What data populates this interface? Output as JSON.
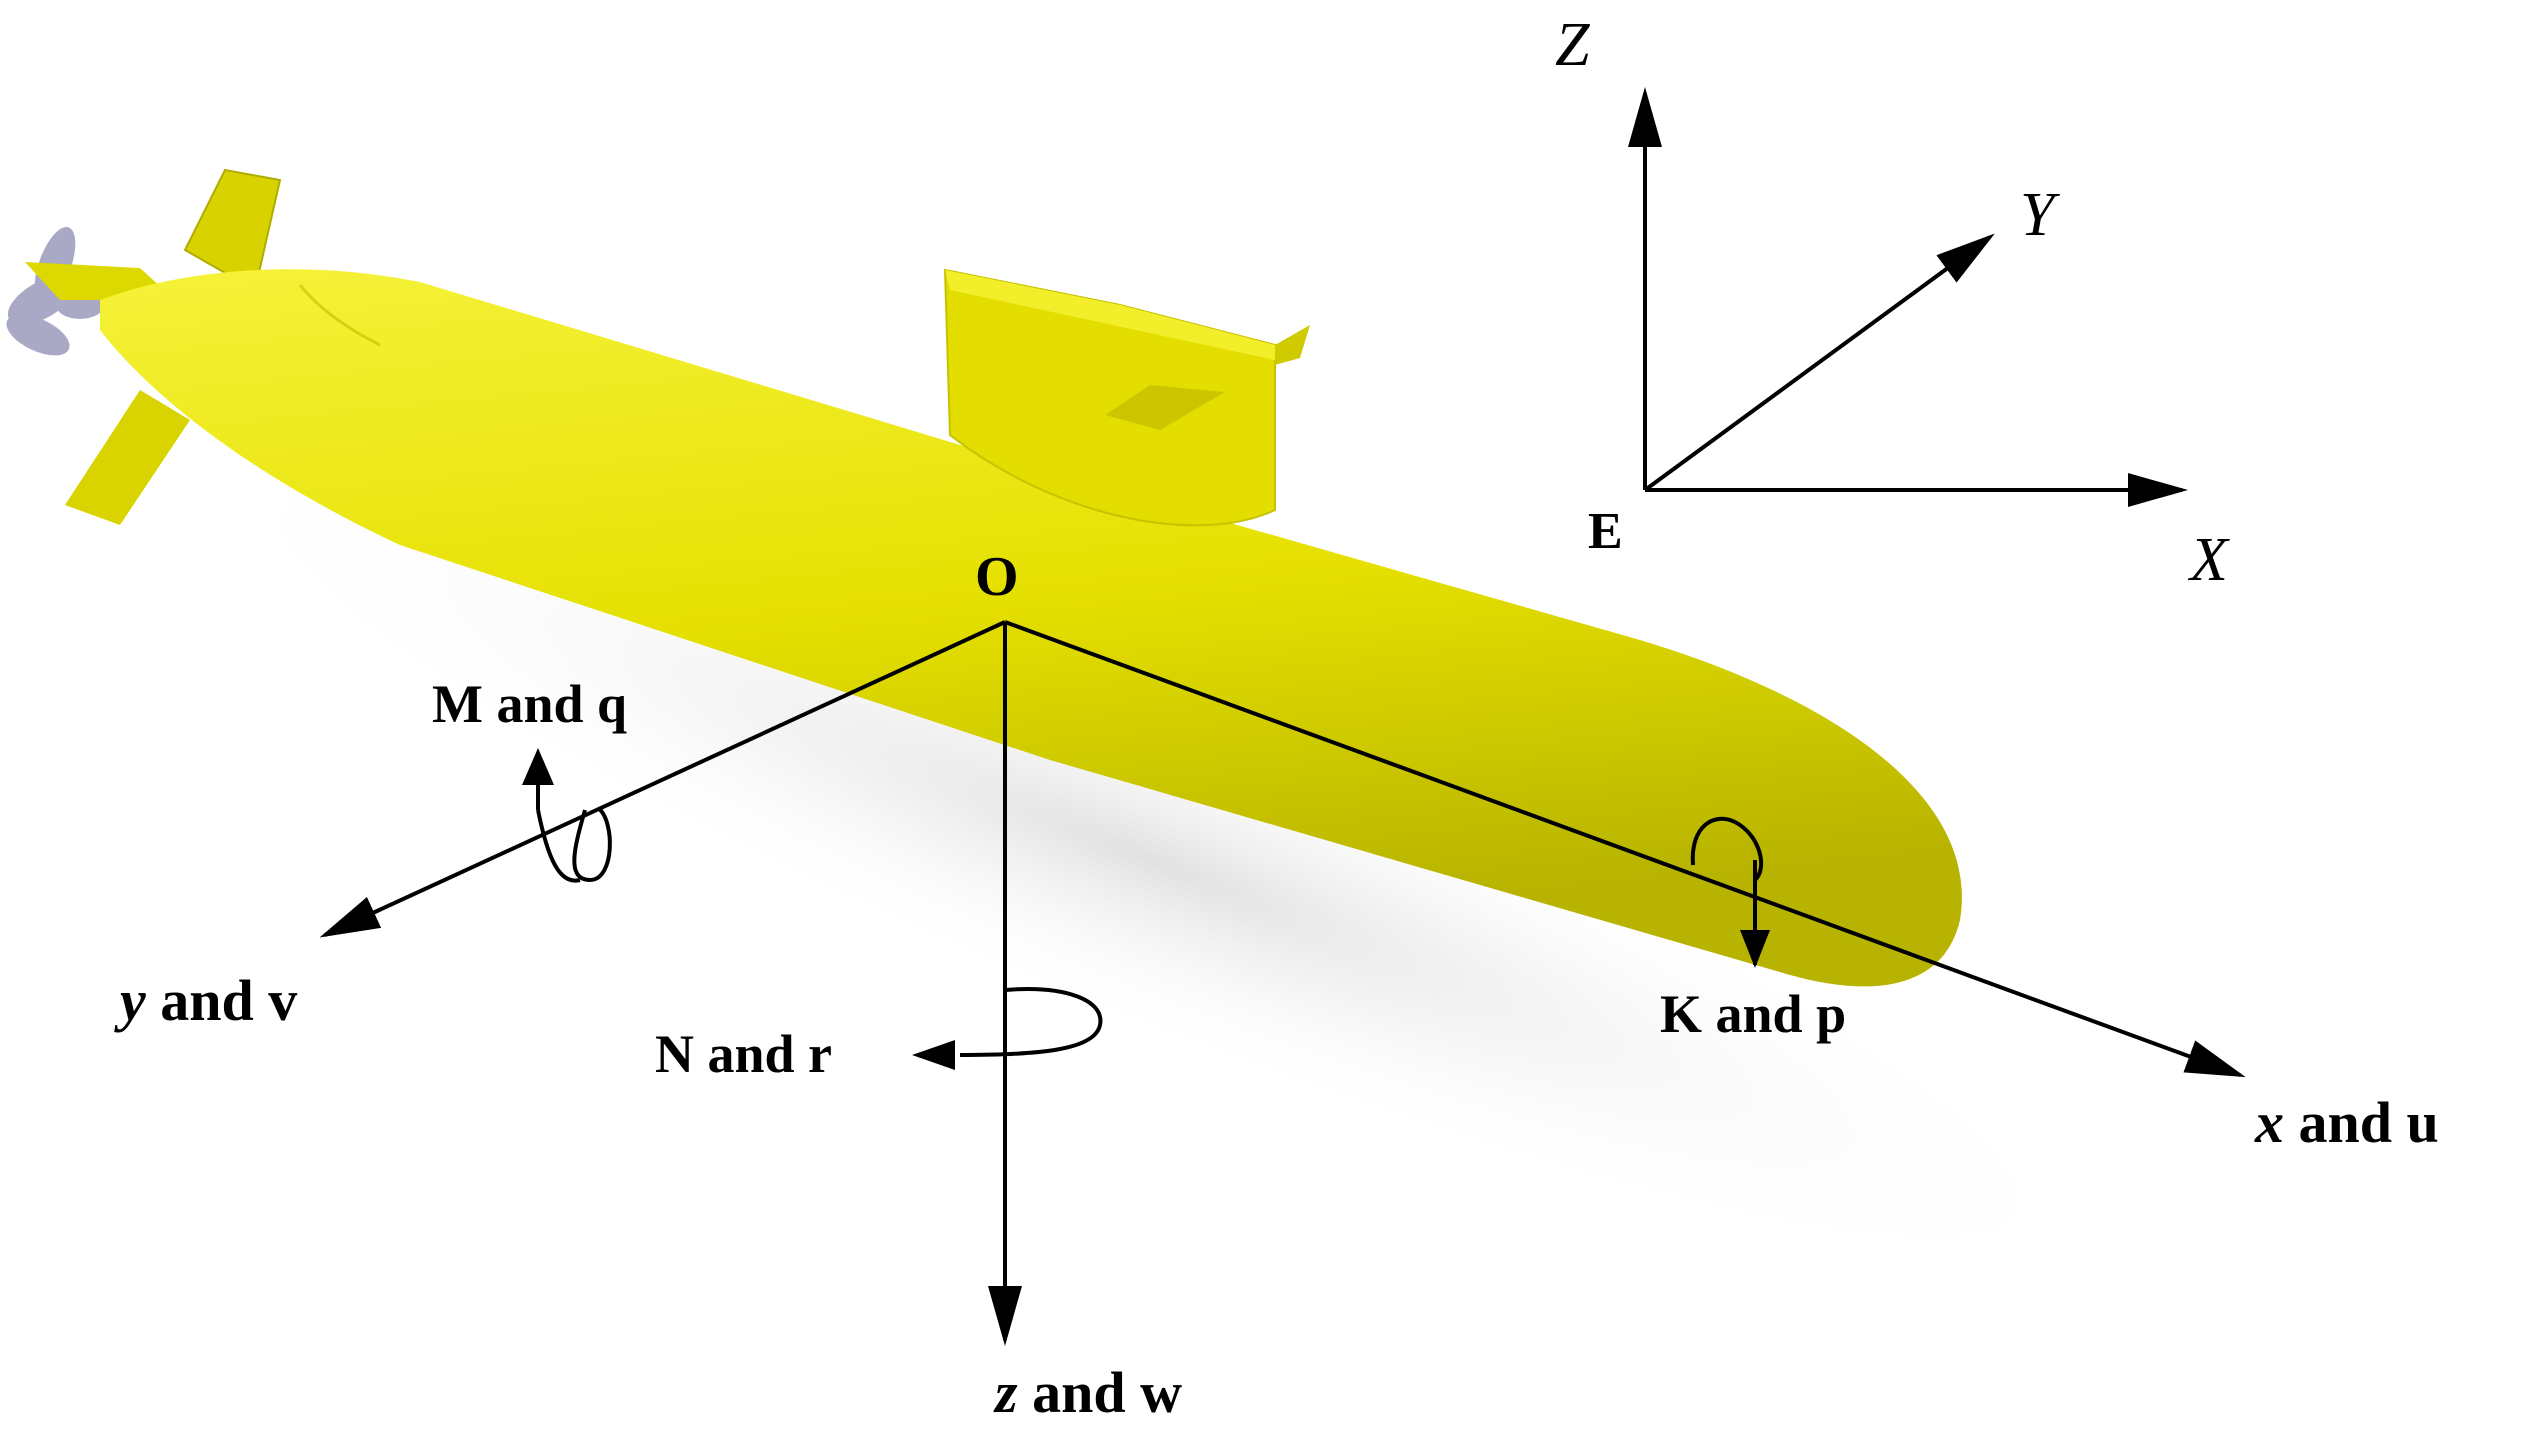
{
  "earth_frame": {
    "origin": "E",
    "axis_x": "X",
    "axis_y": "Y",
    "axis_z": "Z"
  },
  "body_frame": {
    "origin": "O",
    "x_axis": {
      "var": "x",
      "rest": " and u"
    },
    "y_axis": {
      "var": "y",
      "rest": " and v"
    },
    "z_axis": {
      "var": "z",
      "rest": " and w"
    },
    "roll": "K and p",
    "pitch": "M and q",
    "yaw": "N and r"
  },
  "colors": {
    "hull": "#e5e000",
    "hull_highlight": "#f6f23a",
    "hull_shadow": "#b7b300",
    "propeller": "#a9a9c6",
    "line": "#000000"
  }
}
